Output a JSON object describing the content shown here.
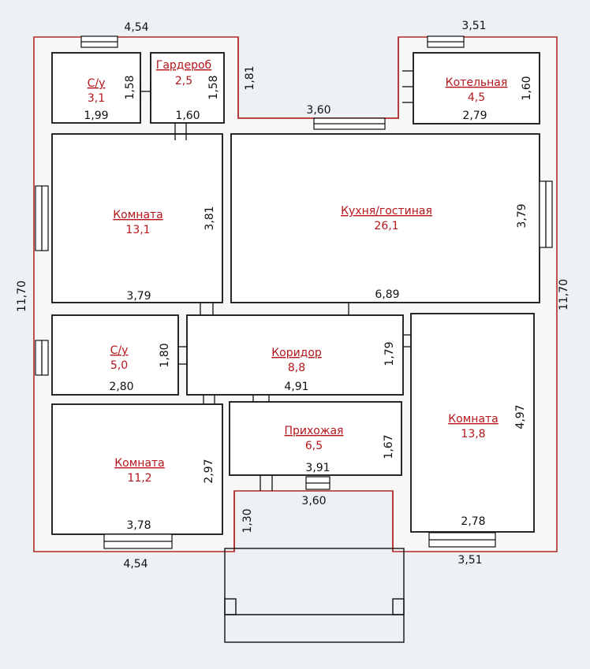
{
  "rooms": {
    "su_top": {
      "name": "С/у",
      "area": "3,1"
    },
    "garderob": {
      "name": "Гардероб",
      "area": "2,5"
    },
    "kotelnaya": {
      "name": "Котельная",
      "area": "4,5"
    },
    "komnata_nw": {
      "name": "Комната",
      "area": "13,1"
    },
    "kuhnya": {
      "name": "Кухня/гостиная",
      "area": "26,1"
    },
    "su_mid": {
      "name": "С/у",
      "area": "5,0"
    },
    "koridor": {
      "name": "Коридор",
      "area": "8,8"
    },
    "prihozhaya": {
      "name": "Прихожая",
      "area": "6,5"
    },
    "komnata_sw": {
      "name": "Комната",
      "area": "11,2"
    },
    "komnata_se": {
      "name": "Комната",
      "area": "13,8"
    }
  },
  "dims": {
    "top_left_4_54": "4,54",
    "top_right_3_51": "3,51",
    "su_h_1_58": "1,58",
    "su_w_1_99": "1,99",
    "gard_h_1_58": "1,58",
    "gard_w_1_60": "1,60",
    "porch_h_1_81": "1,81",
    "porch_w_3_60": "3,60",
    "kot_h_1_60": "1,60",
    "kot_w_2_79": "2,79",
    "left_11_70": "11,70",
    "right_11_70": "11,70",
    "nw_h_3_81": "3,81",
    "nw_w_3_79": "3,79",
    "kitchen_h_3_79": "3,79",
    "kitchen_w_6_89": "6,89",
    "sumid_h_1_80": "1,80",
    "sumid_w_2_80": "2,80",
    "corr_h_1_79": "1,79",
    "corr_w_4_91": "4,91",
    "se_h_4_97": "4,97",
    "se_w_2_78": "2,78",
    "prih_h_1_67": "1,67",
    "prih_w_3_91": "3,91",
    "sw_h_2_97": "2,97",
    "sw_w_3_78": "3,78",
    "bottom_left_4_54": "4,54",
    "bottom_right_3_51": "3,51",
    "entry_h_1_30": "1,30",
    "entry_w_3_60": "3,60"
  }
}
